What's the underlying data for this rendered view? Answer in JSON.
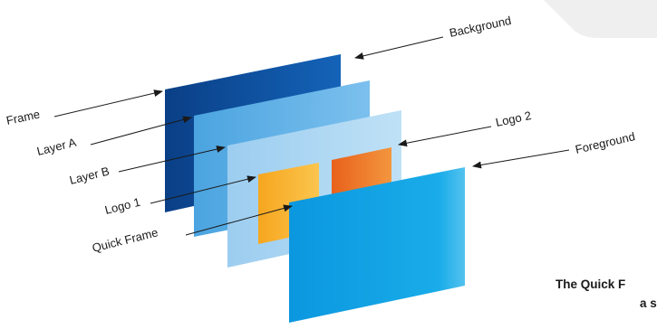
{
  "labels": {
    "frame": "Frame",
    "layer_a": "Layer A",
    "layer_b": "Layer B",
    "logo_1": "Logo 1",
    "quick_frame": "Quick Frame",
    "background": "Background",
    "logo_2": "Logo 2",
    "foreground": "Foreground"
  },
  "caption": {
    "line1": "The Quick F",
    "line2": "a s"
  },
  "colors": {
    "frame": "#0a4fa0",
    "layer_a": "#5eaee6",
    "layer_b": "#a9d6f2",
    "logo_1": "#f5a623",
    "logo_2": "#ef7a22",
    "foreground": "#0fa3e3",
    "corner_shape": "#efefef"
  }
}
